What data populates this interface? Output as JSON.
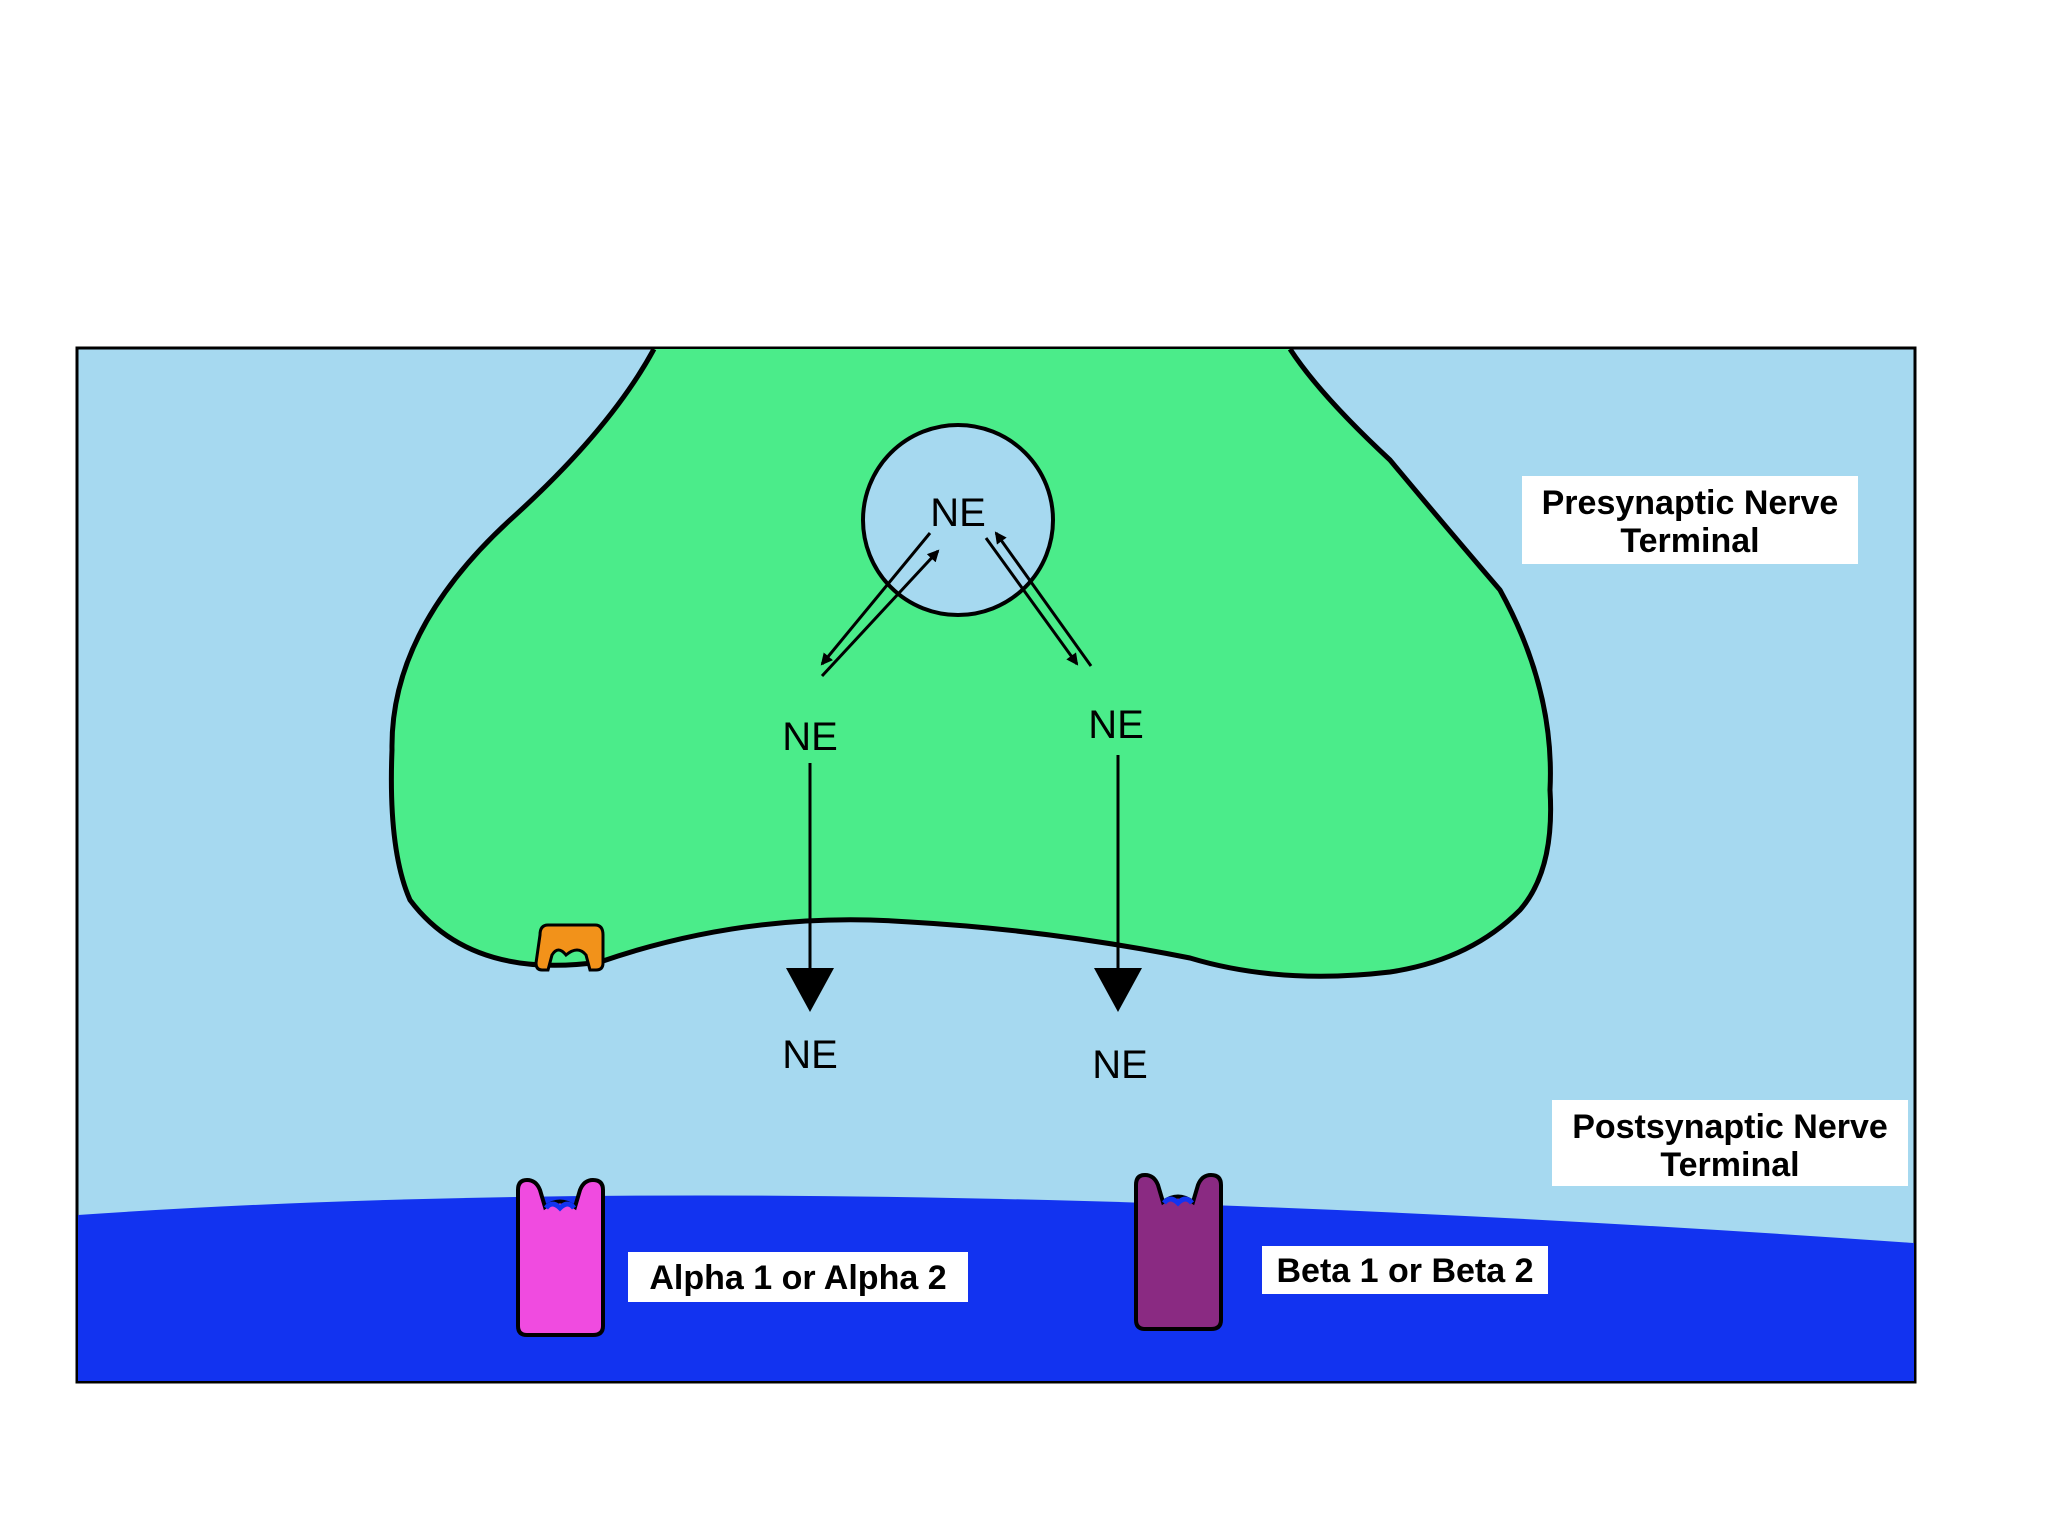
{
  "labels": {
    "presynaptic_line1": "Presynaptic Nerve",
    "presynaptic_line2": "Terminal",
    "postsynaptic_line1": "Postsynaptic Nerve",
    "postsynaptic_line2": "Terminal",
    "alpha_receptor": "Alpha 1 or Alpha 2",
    "beta_receptor": "Beta 1 or Beta 2"
  },
  "ne": {
    "vesicle": "NE",
    "left_cytoplasm": "NE",
    "right_cytoplasm": "NE",
    "left_cleft": "NE",
    "right_cleft": "NE"
  },
  "colors": {
    "cleft": "#a6d9f0",
    "presynaptic": "#4bec8a",
    "postsynaptic": "#1233f0",
    "alpha_receptor": "#f04be0",
    "beta_receptor": "#8a2a82",
    "autoreceptor": "#f2921a",
    "label_box": "#ffffff",
    "outline": "#000000"
  }
}
